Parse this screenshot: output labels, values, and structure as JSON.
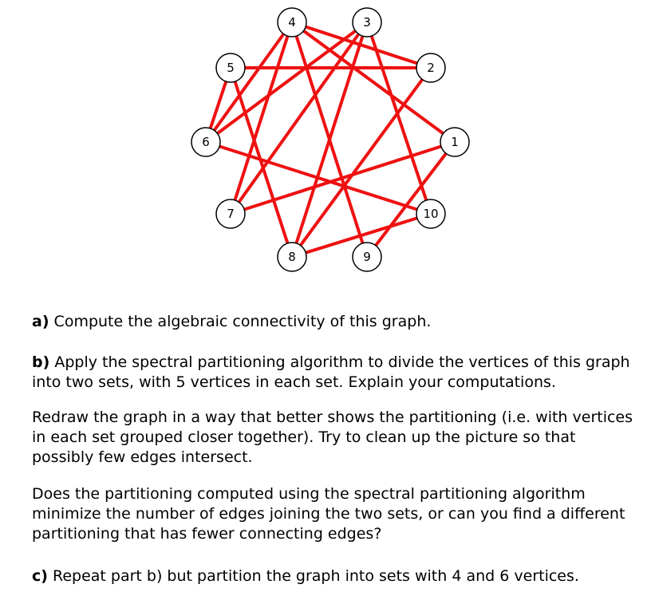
{
  "graph": {
    "edge_color": "#ee1111",
    "node_stroke": "#000000",
    "node_fill": "#ffffff",
    "nodes": [
      {
        "label": "1"
      },
      {
        "label": "2"
      },
      {
        "label": "3"
      },
      {
        "label": "4"
      },
      {
        "label": "5"
      },
      {
        "label": "6"
      },
      {
        "label": "7"
      },
      {
        "label": "8"
      },
      {
        "label": "9"
      },
      {
        "label": "10"
      }
    ],
    "edges": [
      [
        "5",
        "2"
      ],
      [
        "5",
        "8"
      ],
      [
        "6",
        "5"
      ],
      [
        "6",
        "4"
      ],
      [
        "6",
        "3"
      ],
      [
        "6",
        "10"
      ],
      [
        "7",
        "3"
      ],
      [
        "7",
        "1"
      ],
      [
        "7",
        "4"
      ],
      [
        "8",
        "2"
      ],
      [
        "8",
        "10"
      ],
      [
        "8",
        "3"
      ],
      [
        "4",
        "1"
      ],
      [
        "4",
        "9"
      ],
      [
        "3",
        "10"
      ],
      [
        "2",
        "4"
      ],
      [
        "1",
        "9"
      ]
    ]
  },
  "problems": {
    "a_label": "a)",
    "a_text": " Compute the algebraic connectivity of this graph.",
    "b_label": "b)",
    "b_text": " Apply the spectral partitioning algorithm to divide the vertices of this graph into two sets, with 5 vertices in each set. Explain your computations.",
    "redraw_text": "Redraw the graph in a way that better shows the partitioning (i.e. with vertices in each set grouped closer together). Try to clean up the picture so that possibly few edges intersect.",
    "minimize_text": "Does the partitioning computed using the spectral partitioning algorithm minimize the number of edges joining the two sets, or can you find a different partitioning that has fewer connecting edges?",
    "c_label": "c)",
    "c_text": " Repeat part b) but partition the graph into sets with 4 and 6 vertices."
  }
}
